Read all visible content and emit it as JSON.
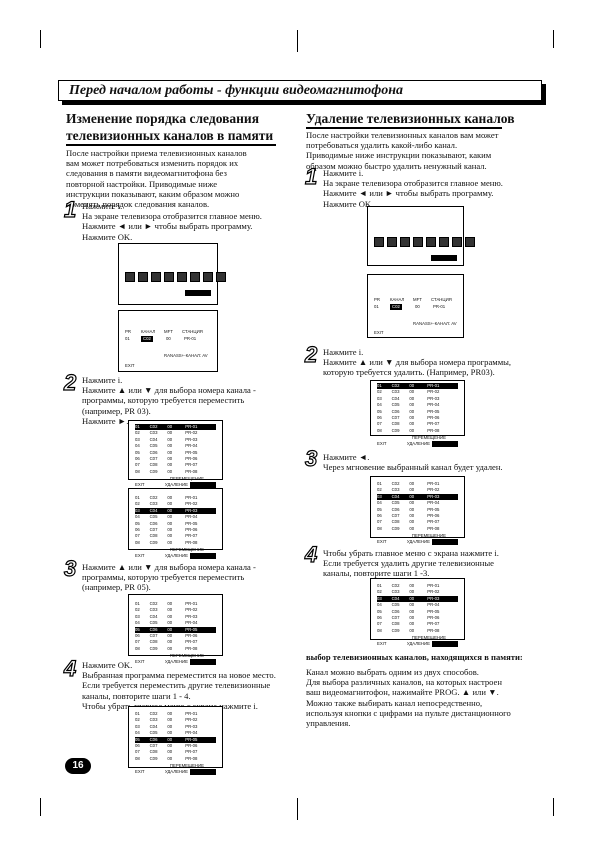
{
  "banner": "Перед началом работы - функции видеомагнитофона",
  "left": {
    "heading_1": "Изменение порядка следования",
    "heading_2": "телевизионных каналов в памяти",
    "intro": [
      "После настройки приема телевизионных каналов",
      "вам может потребоваться изменить порядок их",
      "следования в памяти видеомагнитофона без",
      "повторной настройки. Приводимые ниже",
      "инструкции показывают, каким образом можно",
      "поменять порядок следования каналов."
    ],
    "step1": {
      "num": "1",
      "lines": [
        "Нажмите i.",
        "На экране телевизора отобразится главное меню.",
        "Нажмите ◄ или ► чтобы выбрать программу.",
        "Нажмите OK."
      ]
    },
    "step2": {
      "num": "2",
      "lines": [
        "Нажмите i.",
        "Нажмите ▲ или ▼ для выбора номера канала -",
        "программы, которую требуется переместить",
        "(например, PR 03).",
        "Нажмите ►."
      ]
    },
    "step3": {
      "num": "3",
      "lines": [
        "Нажмите ▲ или ▼ для выбора номера канала -",
        "программы, которую требуется переместить",
        "(например, PR 05)."
      ]
    },
    "step4": {
      "num": "4",
      "lines": [
        "Нажмите OK.",
        "Выбранная программа переместится на новое место.",
        "Если требуется переместить другие телевизионные",
        "каналы, повторите шаги 1 - 4.",
        "Чтобы убрать главное меню с экрана нажмите i."
      ]
    }
  },
  "right": {
    "heading": "Удаление телевизионных каналов",
    "intro": [
      "После настройки телевизионных каналов вам может",
      "потребоваться удалить какой-либо канал.",
      "Приводимые ниже инструкции показывают, каким",
      "образом можно быстро удалить ненужный канал."
    ],
    "step1": {
      "num": "1",
      "lines": [
        "Нажмите i.",
        "На экране телевизора отобразится главное меню.",
        "Нажмите ◄ или ► чтобы выбрать программу.",
        "Нажмите OK."
      ]
    },
    "step2": {
      "num": "2",
      "lines": [
        "Нажмите i.",
        "Нажмите ▲ или ▼ для выбора номера программы,",
        "которую требуется удалить. (Например, PR03)."
      ]
    },
    "step3": {
      "num": "3",
      "lines": [
        "Нажмите ◄.",
        "Через мгновение выбранный канал будет удален."
      ]
    },
    "step4": {
      "num": "4",
      "lines": [
        "Чтобы убрать главное меню с экрана нажмите i.",
        "Если требуется удалить другие телевизионные",
        "каналы, повторите шаги 1 -3."
      ]
    },
    "note_heading": "выбор телевизионных каналов, находящихся в памяти:",
    "note": [
      "Канал можно выбрать одним из двух способов.",
      "Для выбора различных каналов, на которых настроен",
      "ваш видеомагнитофон, нажимайте PROG. ▲ или ▼.",
      "Можно также выбирать канал непосредственно,",
      "используя кнопки с цифрами на пульте дистанционного",
      "управления."
    ]
  },
  "osd": {
    "headers": [
      "PR",
      "КАНАЛ",
      "MFT",
      "СТАНЦИЯ"
    ],
    "pr": "01",
    "ch": "C02",
    "mft": "00",
    "station": "PR-01",
    "bottom": "RANASS+-КАНАЛ: AV",
    "move_label": "ПЕРЕМЕЩЕНИЕ",
    "delete_label": "УДАЛЕНИЕ",
    "exit_label": "EXIT"
  },
  "list_a": [
    [
      "01",
      "C02",
      "00",
      "PR-01"
    ],
    [
      "02",
      "C03",
      "00",
      "PR-02"
    ],
    [
      "03",
      "C04",
      "00",
      "PR-03"
    ],
    [
      "04",
      "C05",
      "00",
      "PR-04"
    ],
    [
      "05",
      "C06",
      "00",
      "PR-05"
    ],
    [
      "06",
      "C07",
      "00",
      "PR-06"
    ],
    [
      "07",
      "C08",
      "00",
      "PR-07"
    ],
    [
      "08",
      "C09",
      "00",
      "PR-08"
    ]
  ],
  "page_number": "16"
}
